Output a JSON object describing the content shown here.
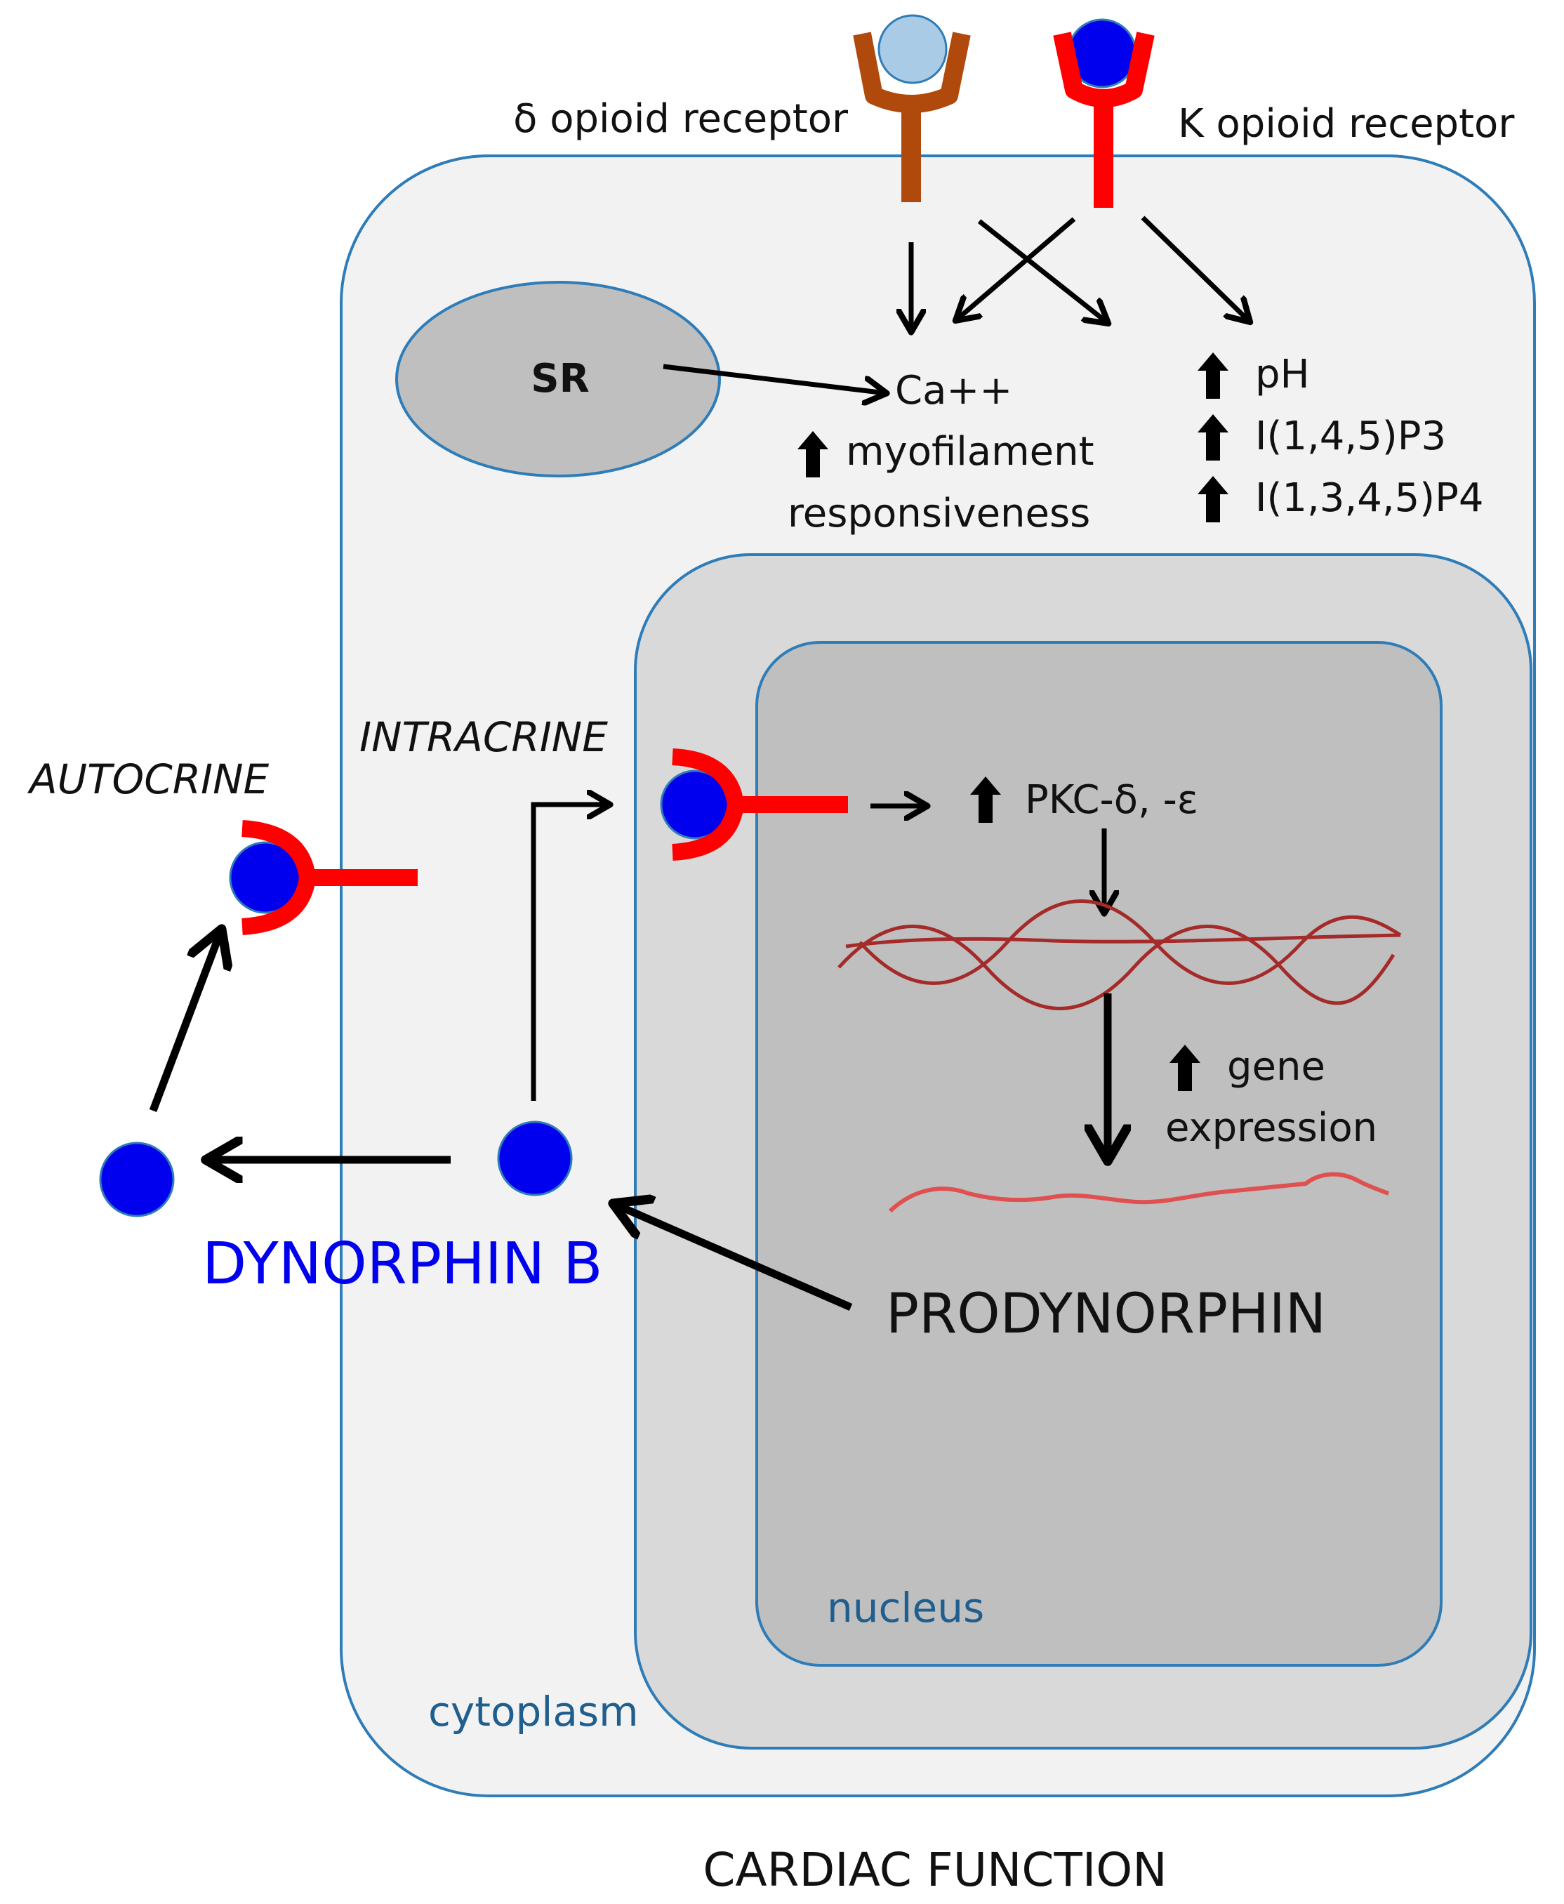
{
  "labels": {
    "delta_receptor": "δ opioid receptor",
    "kappa_receptor": "Κ opioid receptor",
    "sr": "SR",
    "ca": "Ca++",
    "myofilament": "myofilament",
    "responsiveness": "responsiveness",
    "ph": "pH",
    "ip3": "I(1,4,5)P3",
    "ip4": "I(1,3,4,5)P4",
    "intracrine": "INTRACRINE",
    "autocrine": "AUTOCRINE",
    "pkc": "PKC-δ, -ε",
    "gene": "gene",
    "expression": "expression",
    "dynorphin_b": "DYNORPHIN B",
    "prodynorphin": "PRODYNORPHIN",
    "nucleus": "nucleus",
    "cytoplasm": "cytoplasm",
    "cardiac_function": "CARDIAC FUNCTION"
  },
  "colors": {
    "cytoplasm_fill": "#f2f2f2",
    "outer_nucleus_fill": "#d9d9d9",
    "nucleus_fill": "#bfbfbf",
    "sr_fill": "#bfbfbf",
    "border_blue": "#2e7cb8",
    "region_label": "#1f5f8f",
    "kappa_red": "#ff0000",
    "delta_brown": "#b04a0c",
    "ligand_light": "#a9cbe6",
    "ligand_dark": "#0000ee",
    "dynorphin_text": "#0000ee",
    "dna_dark": "#a52a2a",
    "mrna": "#e05050"
  },
  "icons": {
    "up_arrow": "up-arrow-icon",
    "receptor": "y-receptor-icon",
    "ligand": "circle-ligand-icon",
    "dna": "double-helix-icon"
  }
}
